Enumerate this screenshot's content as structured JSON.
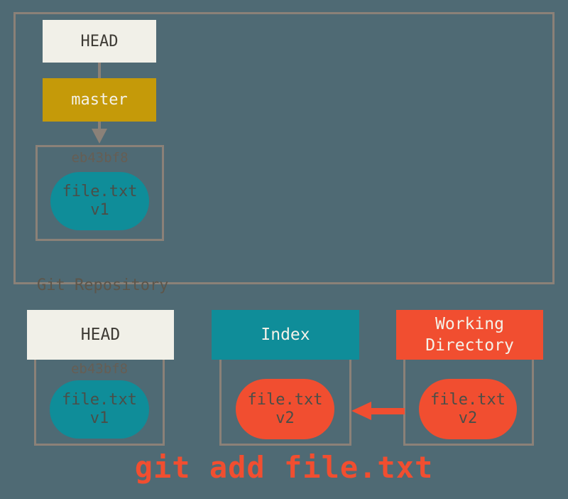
{
  "colors": {
    "background": "#4f6a74",
    "line": "#8b8178",
    "cream": "#f1f0e8",
    "cream_ink": "#3e3b35",
    "gold": "#c59a09",
    "teal": "#0f8d99",
    "orange": "#f14e30",
    "light_text": "#f4f2e9",
    "hash_ink": "#665e54",
    "repo_label_ink": "#5d564b",
    "blob_ink": "#4a4e48"
  },
  "repository": {
    "label": "Git Repository",
    "head": "HEAD",
    "branch": "master",
    "commit": {
      "hash": "eb43bf8",
      "file": "file.txt",
      "version": "v1"
    }
  },
  "columns": {
    "head": {
      "title": "HEAD",
      "hash": "eb43bf8",
      "file": "file.txt",
      "version": "v1"
    },
    "index": {
      "title": "Index",
      "file": "file.txt",
      "version": "v2"
    },
    "working_directory": {
      "title": "Working Directory",
      "file": "file.txt",
      "version": "v2"
    }
  },
  "caption": "git add file.txt"
}
